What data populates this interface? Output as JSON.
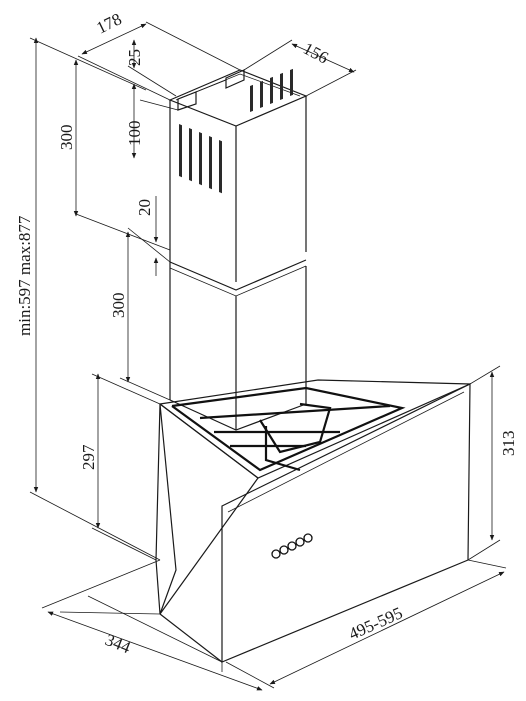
{
  "diagram": {
    "subject": "chimney cooker hood dimension drawing",
    "dimensions": {
      "chimney_depth": "178",
      "chimney_width": "156",
      "top_offset": "25",
      "upper_gap": "100",
      "upper_height": "300",
      "joint_gap": "20",
      "lower_height": "300",
      "total_height": "min:597 max:877",
      "body_height_left": "297",
      "body_height_right": "313",
      "body_depth": "344",
      "body_width": "495-595"
    },
    "control_buttons": 5
  }
}
